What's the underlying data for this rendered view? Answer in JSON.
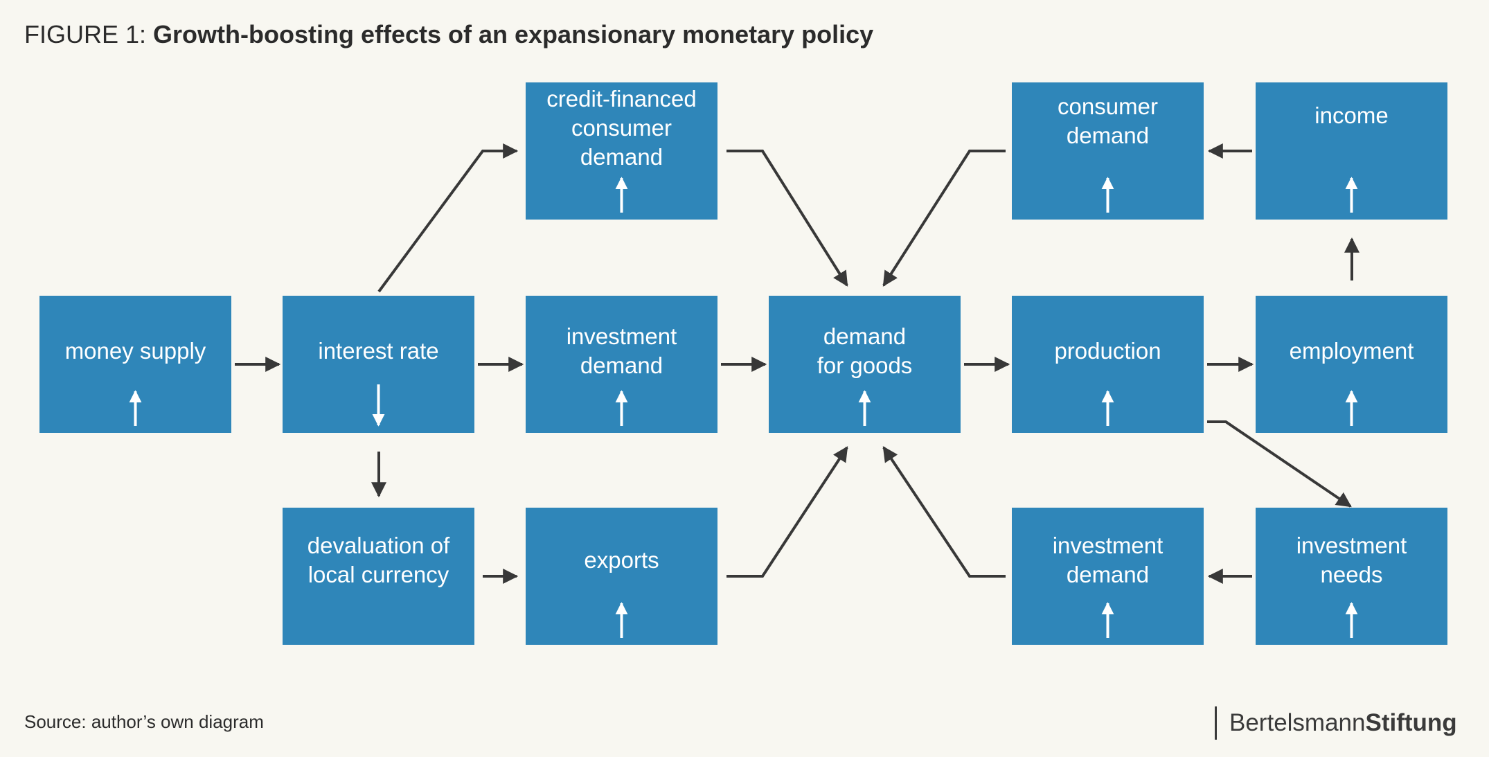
{
  "title": {
    "prefix": "FIGURE 1: ",
    "text": "Growth-boosting effects of an expansionary monetary policy"
  },
  "colors": {
    "box": "#2f86b9",
    "arrow": "#383838",
    "indicator": "#ffffff",
    "background": "#f8f7f1"
  },
  "nodes": [
    {
      "id": "credit-consumer-demand",
      "label": "credit-financed\nconsumer\ndemand",
      "direction": "up"
    },
    {
      "id": "consumer-demand",
      "label": "consumer\ndemand",
      "direction": "up"
    },
    {
      "id": "income",
      "label": "income",
      "direction": "up"
    },
    {
      "id": "money-supply",
      "label": "money supply",
      "direction": "up"
    },
    {
      "id": "interest-rate",
      "label": "interest rate",
      "direction": "down"
    },
    {
      "id": "investment-demand-mid",
      "label": "investment\ndemand",
      "direction": "up"
    },
    {
      "id": "demand-for-goods",
      "label": "demand\nfor goods",
      "direction": "up"
    },
    {
      "id": "production",
      "label": "production",
      "direction": "up"
    },
    {
      "id": "employment",
      "label": "employment",
      "direction": "up"
    },
    {
      "id": "devaluation",
      "label": "devaluation of\nlocal currency",
      "direction": "none"
    },
    {
      "id": "exports",
      "label": "exports",
      "direction": "up"
    },
    {
      "id": "investment-demand-low",
      "label": "investment\ndemand",
      "direction": "up"
    },
    {
      "id": "investment-needs",
      "label": "investment\nneeds",
      "direction": "up"
    }
  ],
  "edges": [
    {
      "from": "money-supply",
      "to": "interest-rate"
    },
    {
      "from": "interest-rate",
      "to": "investment-demand-mid"
    },
    {
      "from": "investment-demand-mid",
      "to": "demand-for-goods"
    },
    {
      "from": "demand-for-goods",
      "to": "production"
    },
    {
      "from": "production",
      "to": "employment"
    },
    {
      "from": "interest-rate",
      "to": "credit-consumer-demand"
    },
    {
      "from": "interest-rate",
      "to": "devaluation"
    },
    {
      "from": "devaluation",
      "to": "exports"
    },
    {
      "from": "credit-consumer-demand",
      "to": "demand-for-goods"
    },
    {
      "from": "consumer-demand",
      "to": "demand-for-goods"
    },
    {
      "from": "exports",
      "to": "demand-for-goods"
    },
    {
      "from": "investment-demand-low",
      "to": "demand-for-goods"
    },
    {
      "from": "income",
      "to": "consumer-demand"
    },
    {
      "from": "employment",
      "to": "income"
    },
    {
      "from": "production",
      "to": "investment-needs"
    },
    {
      "from": "investment-needs",
      "to": "investment-demand-low"
    }
  ],
  "source": "Source: author’s own diagram",
  "logo": {
    "light": "Bertelsmann",
    "bold": "Stiftung"
  }
}
